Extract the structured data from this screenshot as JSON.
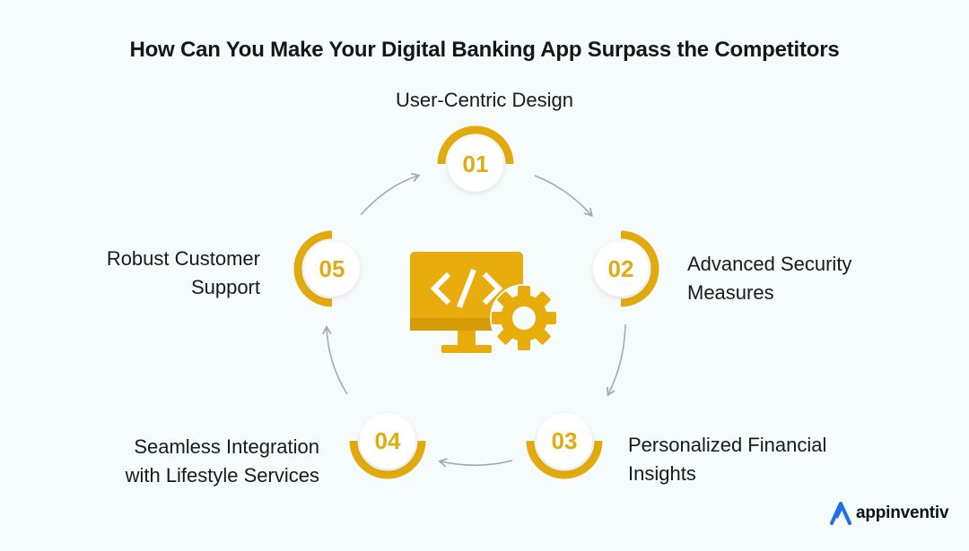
{
  "title": "How Can You Make Your Digital Banking App Surpass the Competitors",
  "steps": [
    {
      "number": "01",
      "label_lines": [
        "User-Centric Design"
      ]
    },
    {
      "number": "02",
      "label_lines": [
        "Advanced Security",
        "Measures"
      ]
    },
    {
      "number": "03",
      "label_lines": [
        "Personalized Financial",
        "Insights"
      ]
    },
    {
      "number": "04",
      "label_lines": [
        "Seamless Integration",
        "with Lifestyle Services"
      ]
    },
    {
      "number": "05",
      "label_lines": [
        "Robust Customer",
        "Support"
      ]
    }
  ],
  "center_icon": "monitor-code-gear-icon",
  "brand": {
    "name": "appinventiv",
    "icon": "appinventiv-logo-icon"
  },
  "colors": {
    "accent": "#e3aa0e",
    "background": "#f6fbfb",
    "arrow": "#a9a9a9"
  }
}
